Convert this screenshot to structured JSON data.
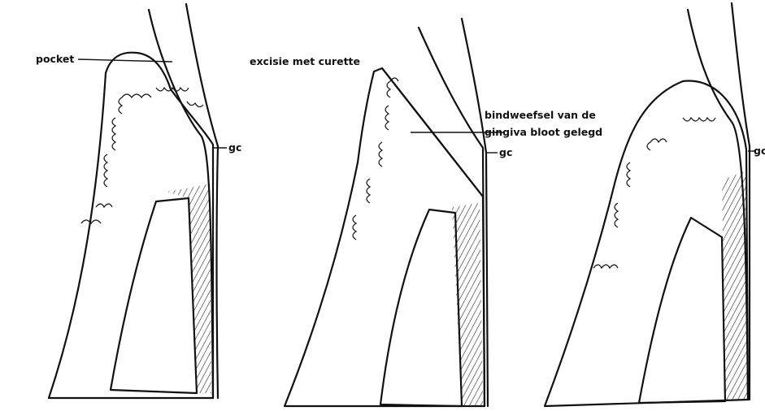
{
  "figure": {
    "panels": [
      {
        "id": "panel-1",
        "labels": {
          "pocket": "pocket",
          "gc": "gc"
        }
      },
      {
        "id": "panel-2",
        "labels": {
          "excision": "excisie met curette",
          "connective_line1": "bindweefsel van de",
          "connective_line2": "gingiva bloot gelegd",
          "gc": "gc"
        }
      },
      {
        "id": "panel-3",
        "labels": {
          "gc": "gc"
        }
      }
    ]
  }
}
